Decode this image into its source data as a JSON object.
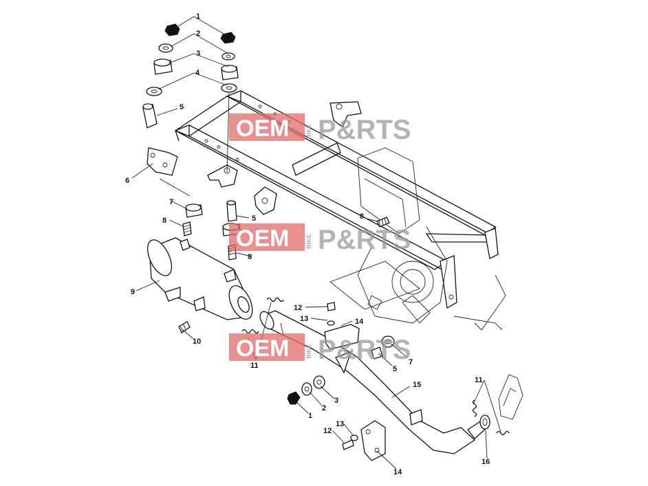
{
  "watermark": {
    "oem": "OEM",
    "bike": "BIKE",
    "parts": "P&RTS",
    "color_box": "#e06b6b",
    "color_parts": "#9a9a9a"
  },
  "callouts": {
    "c1a": "1",
    "c2a": "2",
    "c3a": "3",
    "c4a": "4",
    "c5a": "5",
    "c6": "6",
    "c7a": "7",
    "c8a": "8",
    "c5b": "5",
    "c7b": "7",
    "c8b": "8",
    "c8c": "8",
    "c9": "9",
    "c10": "10",
    "c11a": "11",
    "c12a": "12",
    "c13a": "13",
    "c14a": "14",
    "c7c": "7",
    "c5c": "5",
    "c15": "15",
    "c3b": "3",
    "c2b": "2",
    "c1b": "1",
    "c11b": "11",
    "c13b": "13",
    "c12b": "12",
    "c14b": "14",
    "c16": "16"
  }
}
